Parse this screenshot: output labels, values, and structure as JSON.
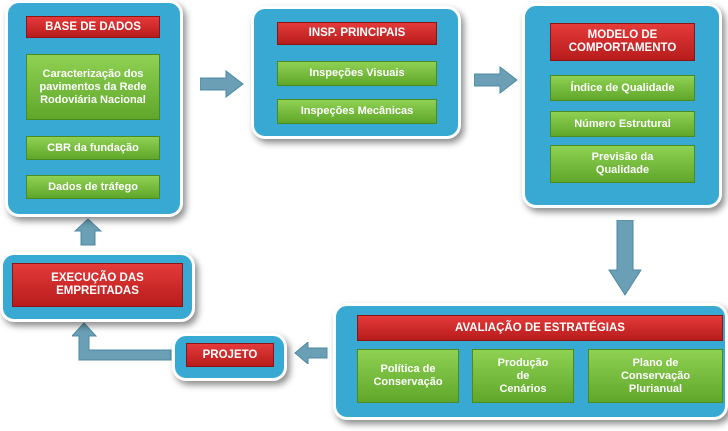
{
  "base_de_dados": {
    "title": "BASE DE DADOS",
    "items": [
      "Caracterização dos pavimentos da Rede Rodoviária Nacional",
      "CBR da fundação",
      "Dados de tráfego"
    ]
  },
  "insp_principais": {
    "title": "INSP. PRINCIPAIS",
    "items": [
      "Inspeções Visuais",
      "Inspeções Mecânicas"
    ]
  },
  "modelo_comportamento": {
    "title": "MODELO DE COMPORTAMENTO",
    "items": [
      "Índice de Qualidade",
      "Número Estrutural",
      "Previsão da Qualidade"
    ]
  },
  "avaliacao_estrategias": {
    "title": "AVALIAÇÃO DE ESTRATÉGIAS",
    "items": [
      "Política de Conservação",
      "Produção de Cenários",
      "Plano de Conservação Plurianual"
    ]
  },
  "projeto": {
    "title": "PROJETO"
  },
  "execucao": {
    "title": "EXECUÇÃO DAS EMPREITADAS"
  },
  "colors": {
    "panel": "#38a9d3",
    "header": "#c62828",
    "item": "#7cc043",
    "arrow": "#6a9fb5"
  }
}
